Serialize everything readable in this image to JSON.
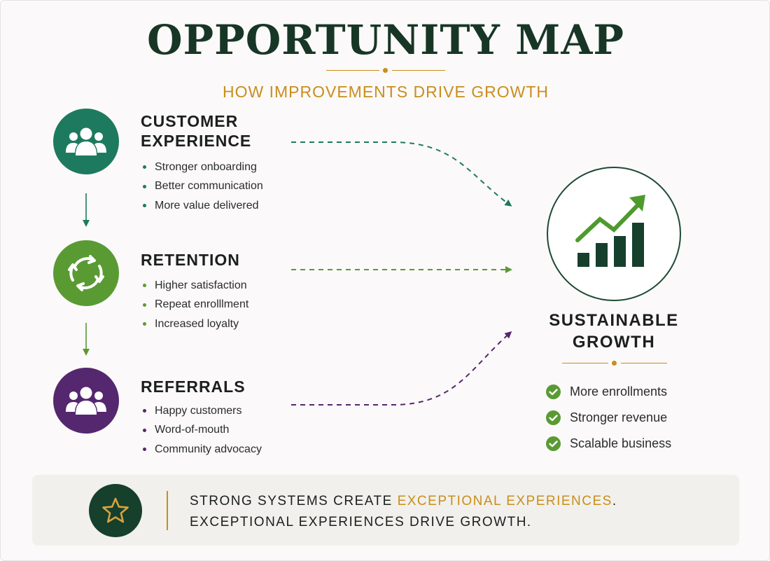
{
  "header": {
    "title": "OPPORTUNITY MAP",
    "subtitle": "HOW IMPROVEMENTS DRIVE GROWTH"
  },
  "colors": {
    "title": "#183626",
    "accent_gold": "#c98e1d",
    "customer_experience": "#1e7a5e",
    "retention": "#5a9a33",
    "referrals": "#55276f",
    "growth_dark": "#163f2c"
  },
  "sections": [
    {
      "id": "customer-experience",
      "title_line1": "CUSTOMER",
      "title_line2": "EXPERIENCE",
      "icon": "group-icon",
      "bullets": [
        "Stronger onboarding",
        "Better communication",
        "More value delivered"
      ]
    },
    {
      "id": "retention",
      "title_line1": "RETENTION",
      "icon": "cycle-arrows-icon",
      "bullets": [
        "Higher satisfaction",
        "Repeat enrolllment",
        "Increased loyalty"
      ]
    },
    {
      "id": "referrals",
      "title_line1": "REFERRALS",
      "icon": "group-icon",
      "bullets": [
        "Happy customers",
        "Word-of-mouth",
        "Community advocacy"
      ]
    }
  ],
  "outcome": {
    "icon": "growth-chart-icon",
    "title_line1": "SUSTAINABLE",
    "title_line2": "GROWTH",
    "checks": [
      "More enrollments",
      "Stronger revenue",
      "Scalable business"
    ]
  },
  "banner": {
    "icon": "star-icon",
    "line1_part1": "STRONG SYSTEMS CREATE ",
    "line1_accent": "EXCEPTIONAL EXPERIENCES",
    "line1_part2": ".",
    "line2": "EXCEPTIONAL EXPERIENCES DRIVE GROWTH."
  }
}
